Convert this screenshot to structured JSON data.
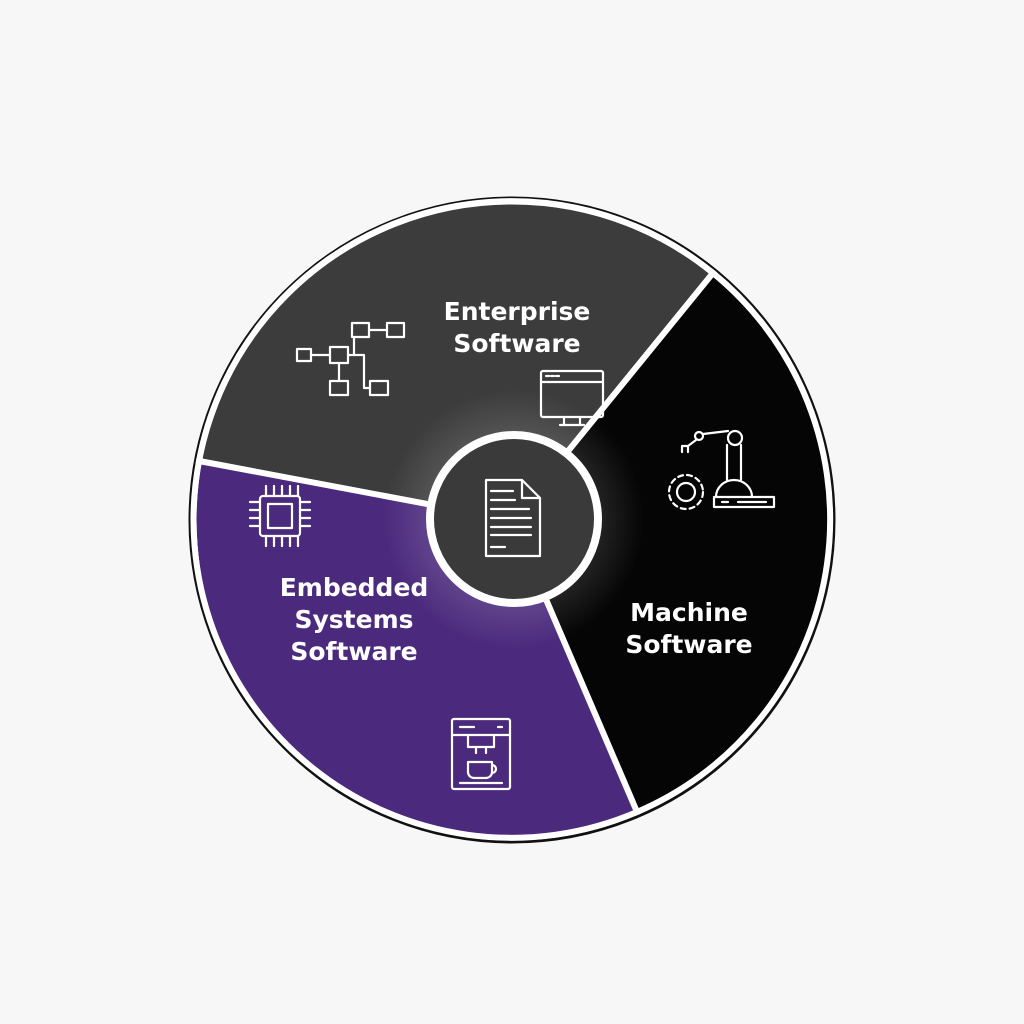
{
  "segments": [
    {
      "label_line1": "Enterprise",
      "label_line2": "Software",
      "color": "#3c3c3c"
    },
    {
      "label_line1": "Machine",
      "label_line2": "Software",
      "color": "#050505"
    },
    {
      "label_line1": "Embedded",
      "label_line2": "Systems",
      "label_line3": "Software",
      "color": "#4b2a7d"
    }
  ],
  "center_icon": "document-icon"
}
